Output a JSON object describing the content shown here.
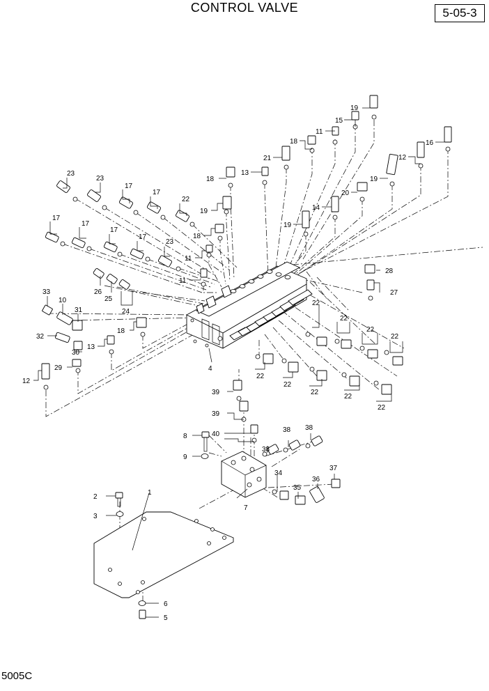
{
  "title": "CONTROL VALVE",
  "page_number": "5-05-3",
  "footer_code": "5005C",
  "callouts": {
    "c1": "1",
    "c2": "2",
    "c3": "3",
    "c4": "4",
    "c5": "5",
    "c6": "6",
    "c7": "7",
    "c8": "8",
    "c9": "9",
    "c10": "10",
    "c11": "11",
    "c12": "12",
    "c13": "13",
    "c14": "14",
    "c15": "15",
    "c16": "16",
    "c17": "17",
    "c18": "18",
    "c19": "19",
    "c20": "20",
    "c21": "21",
    "c22": "22",
    "c23": "23",
    "c24": "24",
    "c25": "25",
    "c26": "26",
    "c27": "27",
    "c28": "28",
    "c29": "29",
    "c30": "30",
    "c31": "31",
    "c32": "32",
    "c33": "33",
    "c34": "34",
    "c35": "35",
    "c36": "36",
    "c37": "37",
    "c38": "38",
    "c39": "39",
    "c40": "40"
  }
}
